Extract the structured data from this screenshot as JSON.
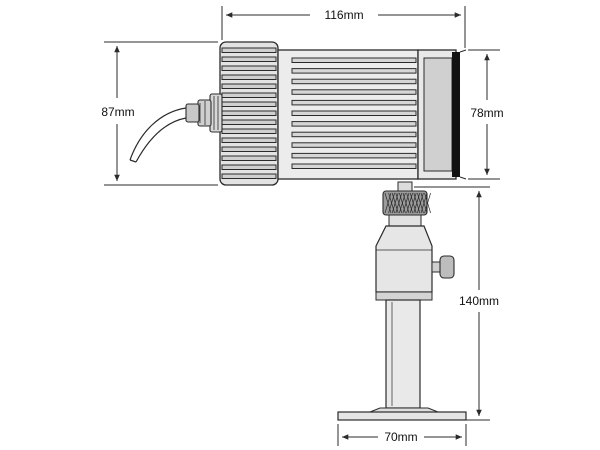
{
  "diagram": {
    "dimensions": {
      "top_width": "116mm",
      "left_height": "87mm",
      "right_height": "78mm",
      "stand_height": "140mm",
      "base_width": "70mm"
    },
    "colors": {
      "line": "#2b2b2b",
      "fill_light": "#d9d9d9",
      "fill_mid": "#c8c8c8",
      "lens": "#111111"
    }
  }
}
